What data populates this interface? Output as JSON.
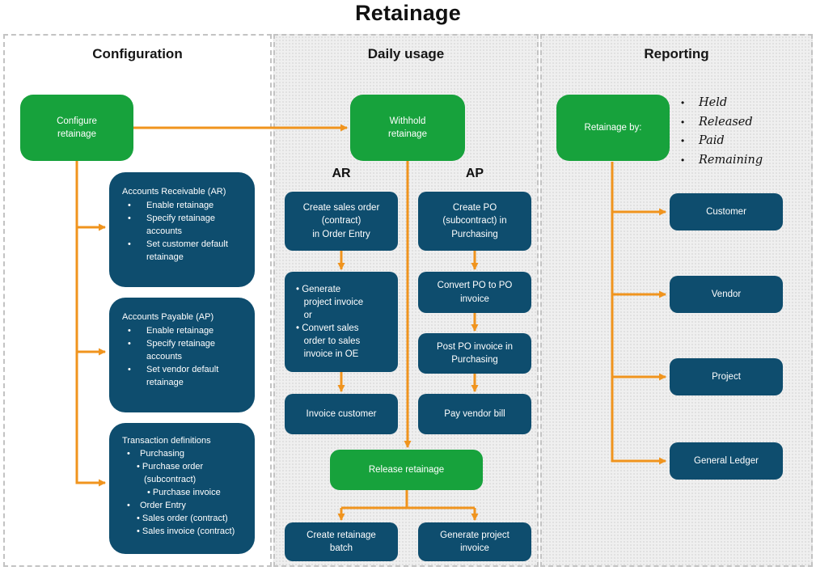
{
  "title": "Retainage",
  "colors": {
    "green": "#17A23C",
    "blue": "#0E4D6E",
    "orange": "#F0941E"
  },
  "panels": {
    "configuration": {
      "header": "Configuration",
      "start": "Configure\nretainage",
      "boxes": [
        {
          "title": "Accounts Receivable (AR)",
          "bullets": [
            "Enable retainage",
            "Specify retainage accounts",
            "Set customer default retainage"
          ]
        },
        {
          "title": "Accounts Payable (AP)",
          "bullets": [
            "Enable retainage",
            "Specify retainage accounts",
            "Set vendor default retainage"
          ]
        },
        {
          "title": "Transaction definitions",
          "items": [
            "Purchasing",
            "Purchase order (subcontract)",
            "Purchase invoice",
            "Order Entry",
            "Sales order (contract)",
            "Sales invoice (contract)"
          ]
        }
      ]
    },
    "daily": {
      "header": "Daily usage",
      "start": "Withhold\nretainage",
      "ar_label": "AR",
      "ap_label": "AP",
      "ar_steps": [
        "Create sales order\n(contract)\nin Order Entry",
        "• Generate\n   project invoice\n   or\n• Convert sales\n   order to sales\n   invoice in OE",
        "Invoice customer"
      ],
      "ap_steps": [
        "Create PO\n(subcontract) in\nPurchasing",
        "Convert PO to PO\ninvoice",
        "Post PO invoice in\nPurchasing",
        "Pay vendor bill"
      ],
      "release": "Release retainage",
      "outputs": [
        "Create retainage\nbatch",
        "Generate project\ninvoice"
      ]
    },
    "reporting": {
      "header": "Reporting",
      "start": "Retainage by:",
      "legend": [
        "Held",
        "Released",
        "Paid",
        "Remaining"
      ],
      "boxes": [
        "Customer",
        "Vendor",
        "Project",
        "General Ledger"
      ]
    }
  }
}
